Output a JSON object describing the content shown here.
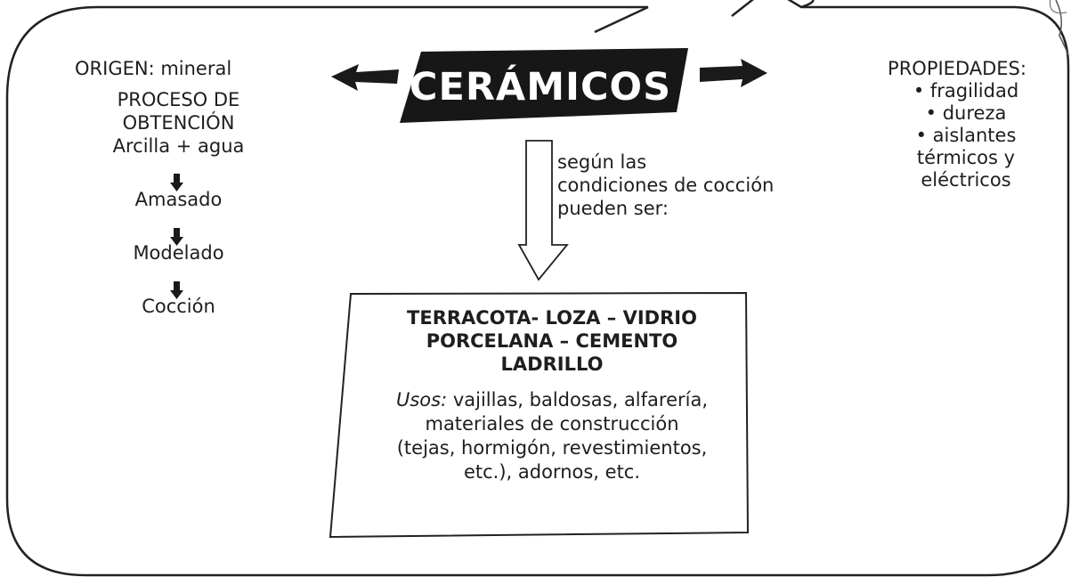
{
  "title": "CERÁMICOS",
  "left": {
    "origin": "ORIGEN: mineral",
    "process_title_line1": "PROCESO DE",
    "process_title_line2": "OBTENCIÓN",
    "steps": [
      "Arcilla + agua",
      "Amasado",
      "Modelado",
      "Cocción"
    ]
  },
  "middle": {
    "note_lines": [
      "según las",
      "condiciones de cocción",
      "pueden ser:"
    ]
  },
  "right": {
    "properties_title": "PROPIEDADES:",
    "properties": [
      "• fragilidad",
      "• dureza",
      "• aislantes",
      "térmicos y",
      "eléctricos"
    ]
  },
  "result": {
    "types_lines": [
      "TERRACOTA- LOZA – VIDRIO",
      "PORCELANA – CEMENTO",
      "LADRILLO"
    ],
    "uses_label": "Usos:",
    "uses_lines": [
      " vajillas, baldosas, alfarería,",
      "materiales de construcción",
      "(tejas, hormigón, revestimientos,",
      "etc.), adornos, etc."
    ]
  }
}
